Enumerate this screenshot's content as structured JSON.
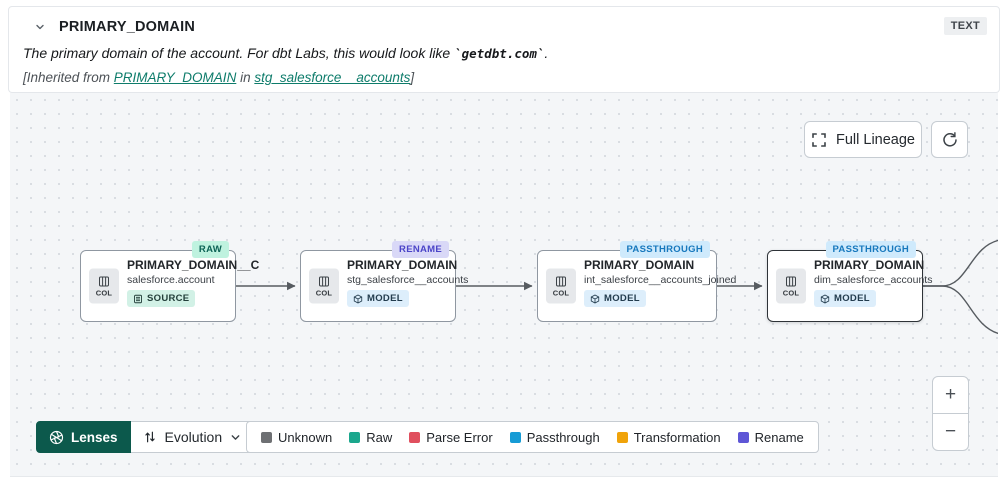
{
  "header": {
    "title": "PRIMARY_DOMAIN",
    "type_badge": "TEXT",
    "description_prefix": "The primary domain of the account. For dbt Labs, this would look like ",
    "description_code": "`getdbt.com`",
    "description_suffix": ".",
    "inherited_prefix": "[Inherited from ",
    "inherited_link_column": "PRIMARY_DOMAIN",
    "inherited_middle": " in ",
    "inherited_link_model": "stg_salesforce__accounts",
    "inherited_suffix": "]"
  },
  "toolbar": {
    "full_lineage_label": "Full Lineage"
  },
  "nodes": [
    {
      "title": "PRIMARY_DOMAIN__C",
      "subtitle": "salesforce.account",
      "badge": "SOURCE",
      "tag": "RAW",
      "col_label": "COL"
    },
    {
      "title": "PRIMARY_DOMAIN",
      "subtitle": "stg_salesforce__accounts",
      "badge": "MODEL",
      "tag": "RENAME",
      "col_label": "COL"
    },
    {
      "title": "PRIMARY_DOMAIN",
      "subtitle": "int_salesforce__accounts_joined",
      "badge": "MODEL",
      "tag": "PASSTHROUGH",
      "col_label": "COL"
    },
    {
      "title": "PRIMARY_DOMAIN",
      "subtitle": "dim_salesforce_accounts",
      "badge": "MODEL",
      "tag": "PASSTHROUGH",
      "col_label": "COL",
      "selected": true
    }
  ],
  "controls": {
    "lenses_label": "Lenses",
    "lens_selected": "Evolution",
    "zoom_in": "+",
    "zoom_out": "−"
  },
  "legend": {
    "items": [
      {
        "label": "Unknown",
        "color": "#6e7073"
      },
      {
        "label": "Raw",
        "color": "#1ba78d"
      },
      {
        "label": "Parse Error",
        "color": "#e04f5e"
      },
      {
        "label": "Passthrough",
        "color": "#169bd5"
      },
      {
        "label": "Transformation",
        "color": "#f0a30a"
      },
      {
        "label": "Rename",
        "color": "#5e56d6"
      }
    ]
  },
  "icons": {
    "collapse_chevron": "chevron-down",
    "full_lineage": "fullscreen-brackets",
    "refresh": "circular-arrow",
    "column": "table-columns",
    "source": "database-list",
    "model": "cube",
    "lenses": "aperture",
    "evolution": "arrows-up-down"
  },
  "colors": {
    "accent_teal": "#0e7c6b",
    "lenses_green": "#0c594c",
    "canvas_bg": "#f4f6f8",
    "edge": "#565b60"
  }
}
